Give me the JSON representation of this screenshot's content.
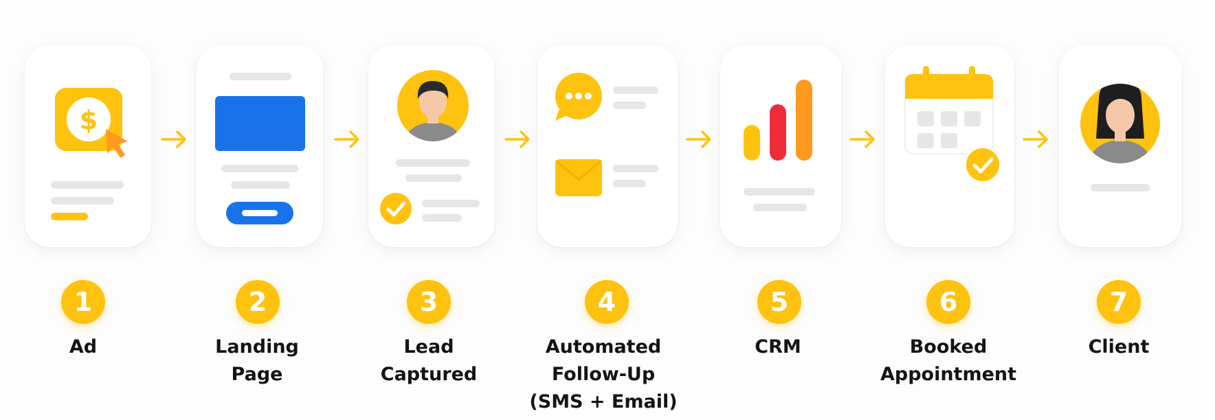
{
  "steps": [
    {
      "number": "1",
      "label_lines": [
        "Ad"
      ]
    },
    {
      "number": "2",
      "label_lines": [
        "Landing",
        "Page"
      ]
    },
    {
      "number": "3",
      "label_lines": [
        "Lead",
        "Captured"
      ]
    },
    {
      "number": "4",
      "label_lines": [
        "Automated",
        "Follow-Up",
        "(SMS + Email)"
      ]
    },
    {
      "number": "5",
      "label_lines": [
        "CRM"
      ]
    },
    {
      "number": "6",
      "label_lines": [
        "Booked",
        "Appointment"
      ]
    },
    {
      "number": "7",
      "label_lines": [
        "Client"
      ]
    }
  ],
  "icons": {
    "step1": "dollar-ad-icon",
    "step2": "landing-page-icon",
    "step3": "lead-avatar-icon",
    "step4": "chat-and-email-icon",
    "step5": "bar-chart-icon",
    "step6": "calendar-check-icon",
    "step7": "client-avatar-icon"
  },
  "colors": {
    "accent_yellow": "#FFC20E",
    "orange": "#FF9A1F",
    "blue": "#1873EA",
    "red": "#EE2D3A",
    "placeholder_gray": "#E6E6E6",
    "text": "#141414"
  }
}
